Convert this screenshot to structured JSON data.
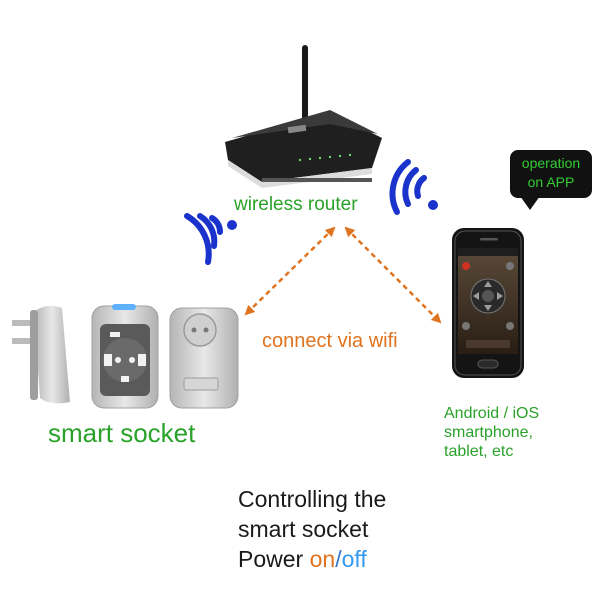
{
  "labels": {
    "router": "wireless router",
    "connect": "connect via wifi",
    "socket": "smart socket",
    "devices": [
      "Android / iOS",
      "smartphone,",
      "tablet, etc"
    ],
    "bubble": [
      "operation",
      "on APP"
    ],
    "control_line1": "Controlling the",
    "control_line2": "smart socket",
    "control_line3_prefix": "Power ",
    "on": "on",
    "slash": "/",
    "off": "off"
  },
  "colors": {
    "green": "#2aa22a",
    "orange": "#e0731f",
    "wifi_blue": "#1a33cc",
    "off_blue": "#3399ee",
    "router_body": "#222222",
    "socket_body": "#c8c8c8"
  },
  "icons": [
    "wifi-signal-icon",
    "router-icon",
    "smart-socket-icon",
    "smartphone-icon",
    "speech-bubble-icon"
  ]
}
